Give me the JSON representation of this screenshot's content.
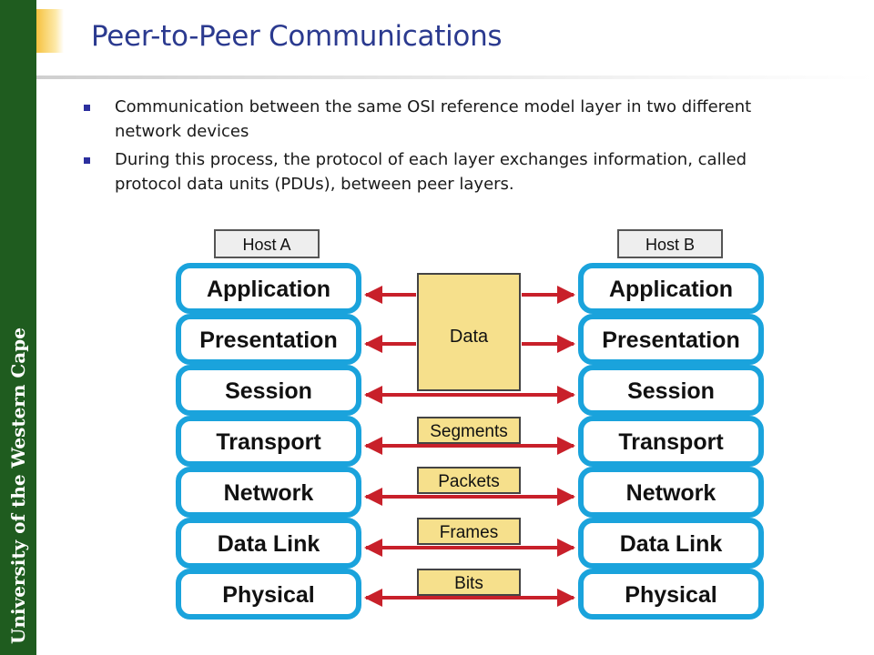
{
  "sidebar": {
    "text": "University of the Western Cape"
  },
  "title": "Peer-to-Peer Communications",
  "bullets": [
    "Communication between the same OSI reference model layer in two different network devices",
    "During this process, the protocol of each layer exchanges information, called protocol data units (PDUs), between peer layers."
  ],
  "diagram": {
    "host_a": "Host A",
    "host_b": "Host B",
    "layers": [
      "Application",
      "Presentation",
      "Session",
      "Transport",
      "Network",
      "Data Link",
      "Physical"
    ],
    "pdus": {
      "data": "Data",
      "segments": "Segments",
      "packets": "Packets",
      "frames": "Frames",
      "bits": "Bits"
    },
    "colors": {
      "layer_border": "#1aa3dc",
      "pdu_fill": "#f6e08c",
      "arrow": "#c8202a",
      "host_fill": "#eeeeee"
    }
  }
}
